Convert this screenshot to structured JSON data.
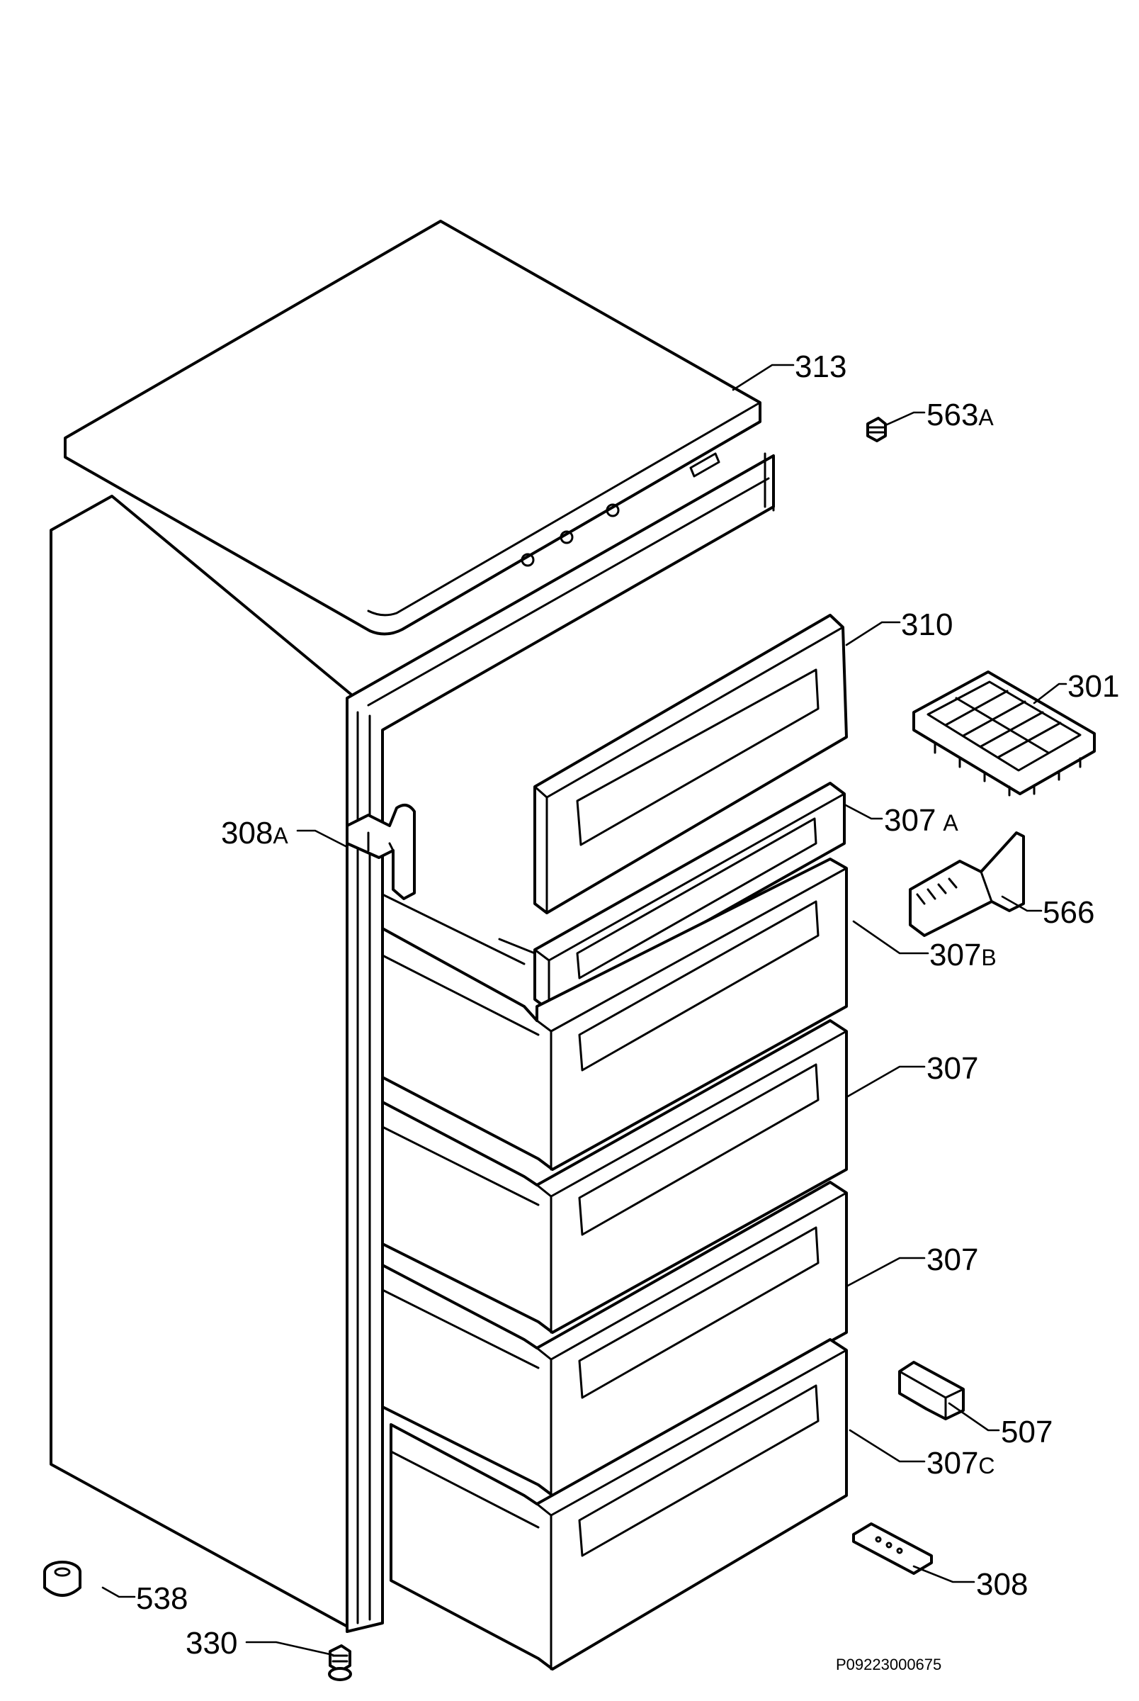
{
  "callouts": {
    "c313": {
      "num": "313",
      "suffix": ""
    },
    "c563a": {
      "num": "563",
      "suffix": "A"
    },
    "c310": {
      "num": "310",
      "suffix": ""
    },
    "c301": {
      "num": "301",
      "suffix": ""
    },
    "c308a": {
      "num": "308",
      "suffix": "A"
    },
    "c307a": {
      "num": "307",
      "suffix": "A"
    },
    "c566": {
      "num": "566",
      "suffix": ""
    },
    "c307b": {
      "num": "307",
      "suffix": "B"
    },
    "c307_1": {
      "num": "307",
      "suffix": ""
    },
    "c307_2": {
      "num": "307",
      "suffix": ""
    },
    "c507": {
      "num": "507",
      "suffix": ""
    },
    "c307c": {
      "num": "307",
      "suffix": "C"
    },
    "c538": {
      "num": "538",
      "suffix": ""
    },
    "c308": {
      "num": "308",
      "suffix": ""
    },
    "c330": {
      "num": "330",
      "suffix": ""
    }
  },
  "reference_code": "P09223000675",
  "colors": {
    "line": "#000000",
    "background": "#ffffff"
  }
}
